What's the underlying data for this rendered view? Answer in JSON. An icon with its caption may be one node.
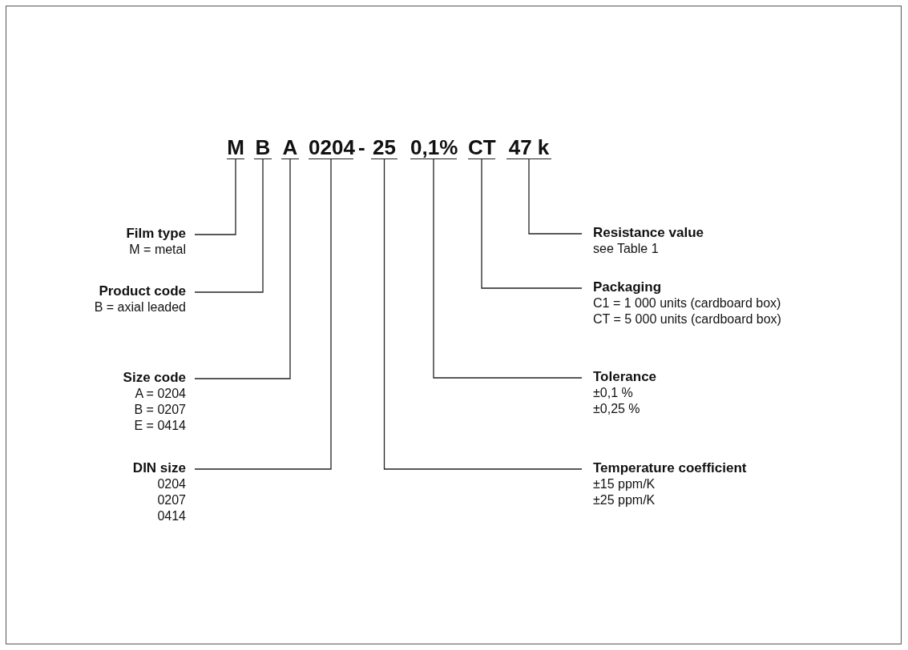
{
  "diagram": {
    "nodes": [
      {
        "text": [
          "M"
        ]
      },
      {
        "text": [
          "B"
        ]
      },
      {
        "text": [
          "A"
        ]
      },
      {
        "text": [
          "0204"
        ]
      },
      {
        "text": [
          "25"
        ]
      },
      {
        "text": [
          "0,1%"
        ]
      },
      {
        "text": [
          "CT"
        ]
      },
      {
        "text": [
          "47 k"
        ]
      },
      {
        "text": [
          "Film type",
          "M = metal"
        ]
      },
      {
        "text": [
          "Product code",
          "B = axial leaded"
        ]
      },
      {
        "text": [
          "Size code",
          "A = 0204",
          "B = 0207",
          "E = 0414"
        ]
      },
      {
        "text": [
          "DIN size",
          "0204",
          "0207",
          "0414"
        ]
      },
      {
        "text": [
          "Resistance value",
          "see Table 1"
        ]
      },
      {
        "text": [
          "Packaging",
          "C1 = 1 000 units (cardboard box)",
          "CT = 5 000 units (cardboard box)"
        ]
      },
      {
        "text": [
          "Tolerance",
          "±0,1 %",
          "±0,25 %"
        ]
      },
      {
        "text": [
          "Temperature coefficient",
          "±15 ppm/K",
          "±25 ppm/K"
        ]
      }
    ],
    "edges": [
      {
        "from": 8,
        "to": 0,
        "arrow": "none"
      },
      {
        "from": 9,
        "to": 1,
        "arrow": "none"
      },
      {
        "from": 10,
        "to": 2,
        "arrow": "none"
      },
      {
        "from": 11,
        "to": 3,
        "arrow": "none"
      },
      {
        "from": 12,
        "to": 7,
        "arrow": "none"
      },
      {
        "from": 13,
        "to": 6,
        "arrow": "none"
      },
      {
        "from": 14,
        "to": 5,
        "arrow": "none"
      },
      {
        "from": 15,
        "to": 4,
        "arrow": "none"
      }
    ],
    "labels": [
      "-"
    ]
  }
}
